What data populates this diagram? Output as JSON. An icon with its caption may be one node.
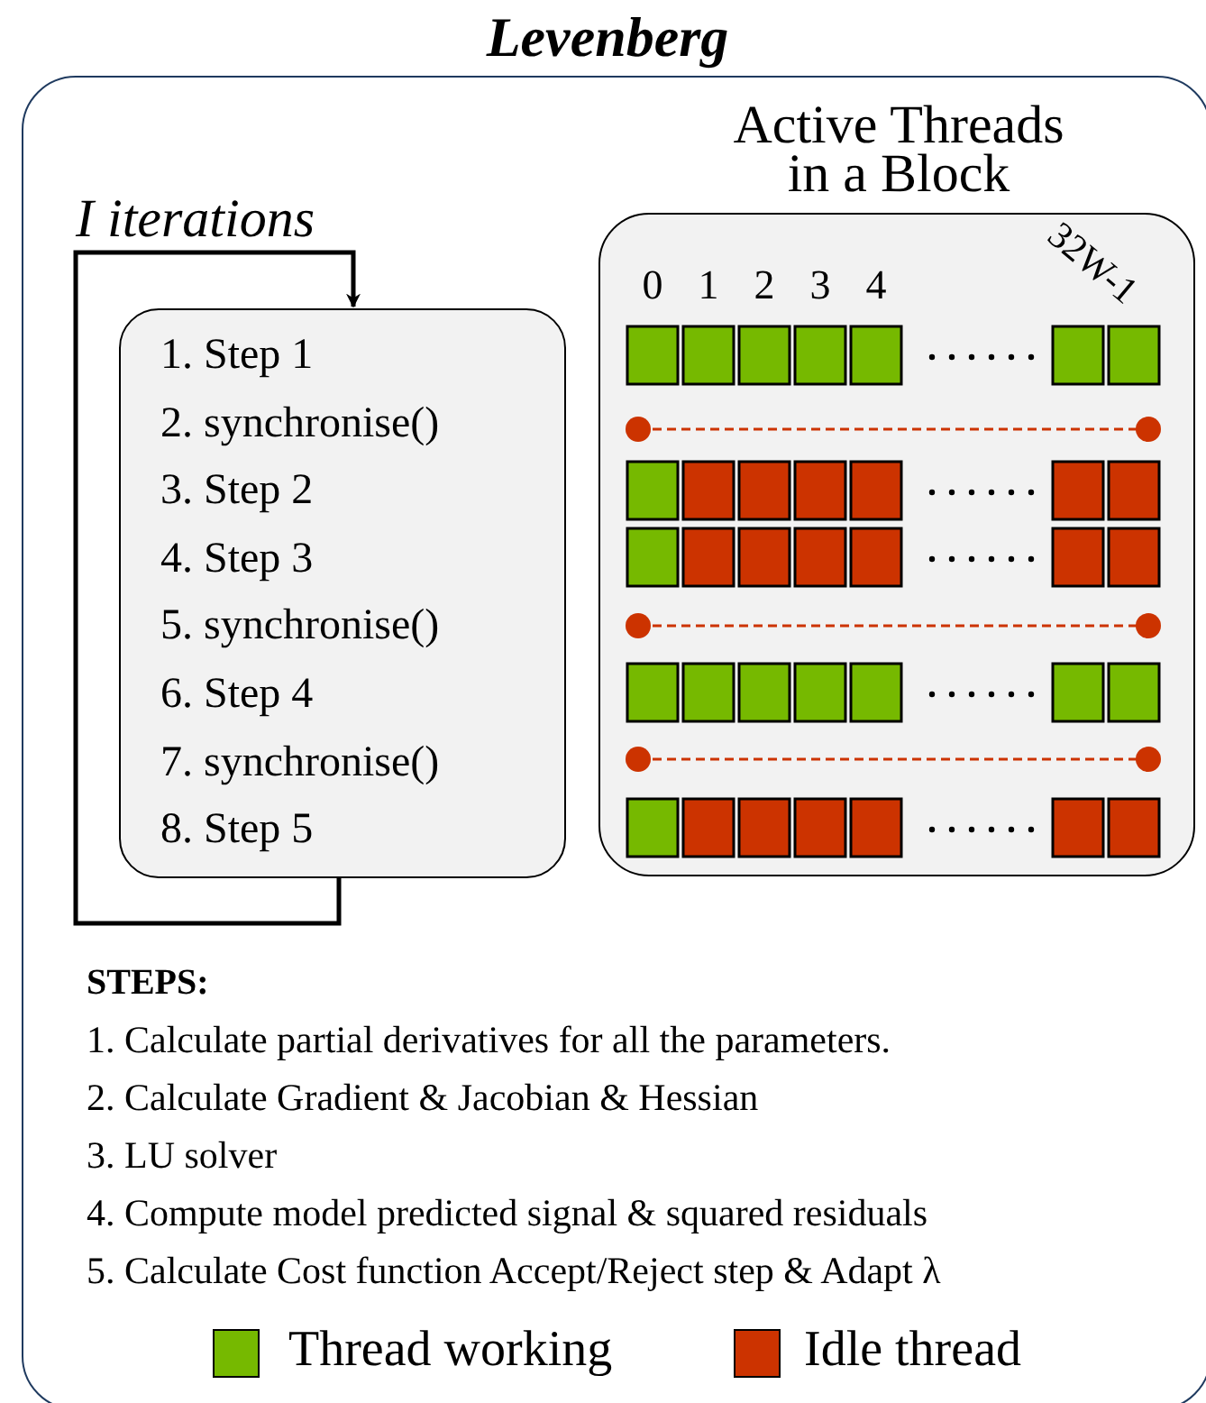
{
  "diagram": {
    "nodes": [
      {
        "text": [
          "Levenberg"
        ]
      },
      {
        "text": [
          "1. Step 1",
          "2. synchronise()",
          "3. Step 2",
          "4. Step 3",
          "5. synchronise()",
          "6. Step 4",
          "7. synchronise()",
          "8. Step 5"
        ],
        "in": 0
      },
      {
        "text": [
          "Active Threads in a Block"
        ],
        "in": 0
      }
    ],
    "edges": [
      {
        "from": 1,
        "to": 1,
        "arrow": "to",
        "label": "I iterations"
      }
    ],
    "labels": [
      "0",
      "1",
      "2",
      "3",
      "4",
      "32W-1",
      "STEPS:",
      "1. Calculate partial derivatives for all the parameters.",
      "2. Calculate Gradient & Jacobian & Hessian",
      "3. LU solver",
      "4. Compute model predicted signal & squared residuals",
      "5. Calculate Cost function Accept/Reject step & Adapt λ"
    ],
    "legend": [
      {
        "text": "Thread working",
        "color": "#76b900"
      },
      {
        "text": "Idle thread",
        "color": "#cc3300"
      }
    ]
  }
}
